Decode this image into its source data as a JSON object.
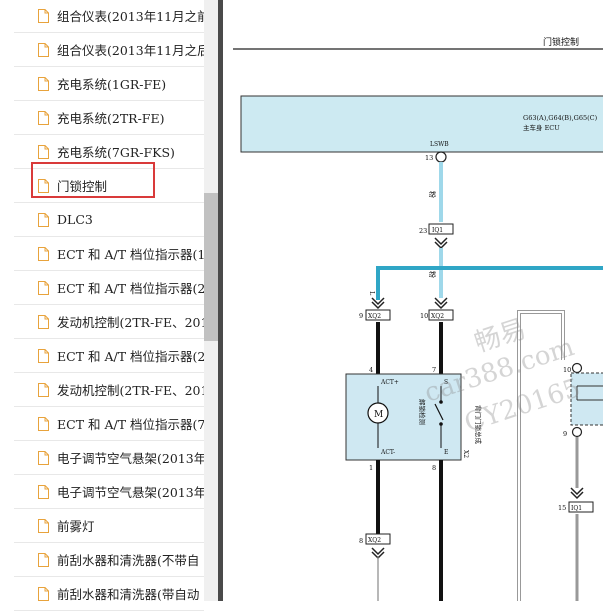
{
  "sidebar": {
    "items": [
      {
        "label": "组合仪表(2013年11月之前"
      },
      {
        "label": "组合仪表(2013年11月之后"
      },
      {
        "label": "充电系统(1GR-FE)"
      },
      {
        "label": "充电系统(2TR-FE)"
      },
      {
        "label": "充电系统(7GR-FKS)"
      },
      {
        "label": "门锁控制"
      },
      {
        "label": "DLC3"
      },
      {
        "label": "ECT 和 A/T 档位指示器(1G"
      },
      {
        "label": "ECT 和 A/T 档位指示器(2T"
      },
      {
        "label": "发动机控制(2TR-FE、201"
      },
      {
        "label": "ECT 和 A/T 档位指示器(2T"
      },
      {
        "label": "发动机控制(2TR-FE、201"
      },
      {
        "label": "ECT 和 A/T 档位指示器(7G"
      },
      {
        "label": "电子调节空气悬架(2013年"
      },
      {
        "label": "电子调节空气悬架(2013年"
      },
      {
        "label": "前雾灯"
      },
      {
        "label": "前刮水器和清洗器(不带自"
      },
      {
        "label": "前刮水器和清洗器(带自动"
      }
    ],
    "selected_index": 5
  },
  "diagram": {
    "title": "门锁控制",
    "ecu_label_line1": "G63(A),G64(B),G65(C)",
    "ecu_label_line2": "主车身 ECU",
    "terminal_lswb": "LSWB",
    "pin_13": "13",
    "wire_color_1": "粉",
    "wire_color_2": "粉",
    "pin_23": "23",
    "conn_iq1_a": "IQ1",
    "wire_l": "L",
    "pin_9a": "9",
    "conn_xq2_a": "XQ2",
    "pin_10a": "10",
    "conn_xq2_b": "XQ2",
    "pin_4": "4",
    "pin_7": "7",
    "act_plus": "ACT+",
    "act_minus": "ACT-",
    "motor_m": "M",
    "sw_s": "S",
    "sw_e": "E",
    "lock_detect": "解锁检测",
    "x2_label": "X2",
    "back_door": "背门门锁总成",
    "pin_1": "1",
    "pin_8": "8",
    "pin_8b": "8",
    "conn_xq2_c": "XQ2",
    "pin_10b": "10",
    "pin_9b": "9",
    "pin_15": "15",
    "conn_iq1_b": "IQ1",
    "watermark_1": "畅易",
    "watermark_2": "car388.com",
    "watermark_3": "CY20165"
  },
  "colors": {
    "selected_outline": "#d93a3a",
    "ecu_fill": "#cdeaf2",
    "wire_blue": "#2fa6c6",
    "wire_light": "#9fd8ea",
    "component_fill": "#cfe8f2"
  }
}
